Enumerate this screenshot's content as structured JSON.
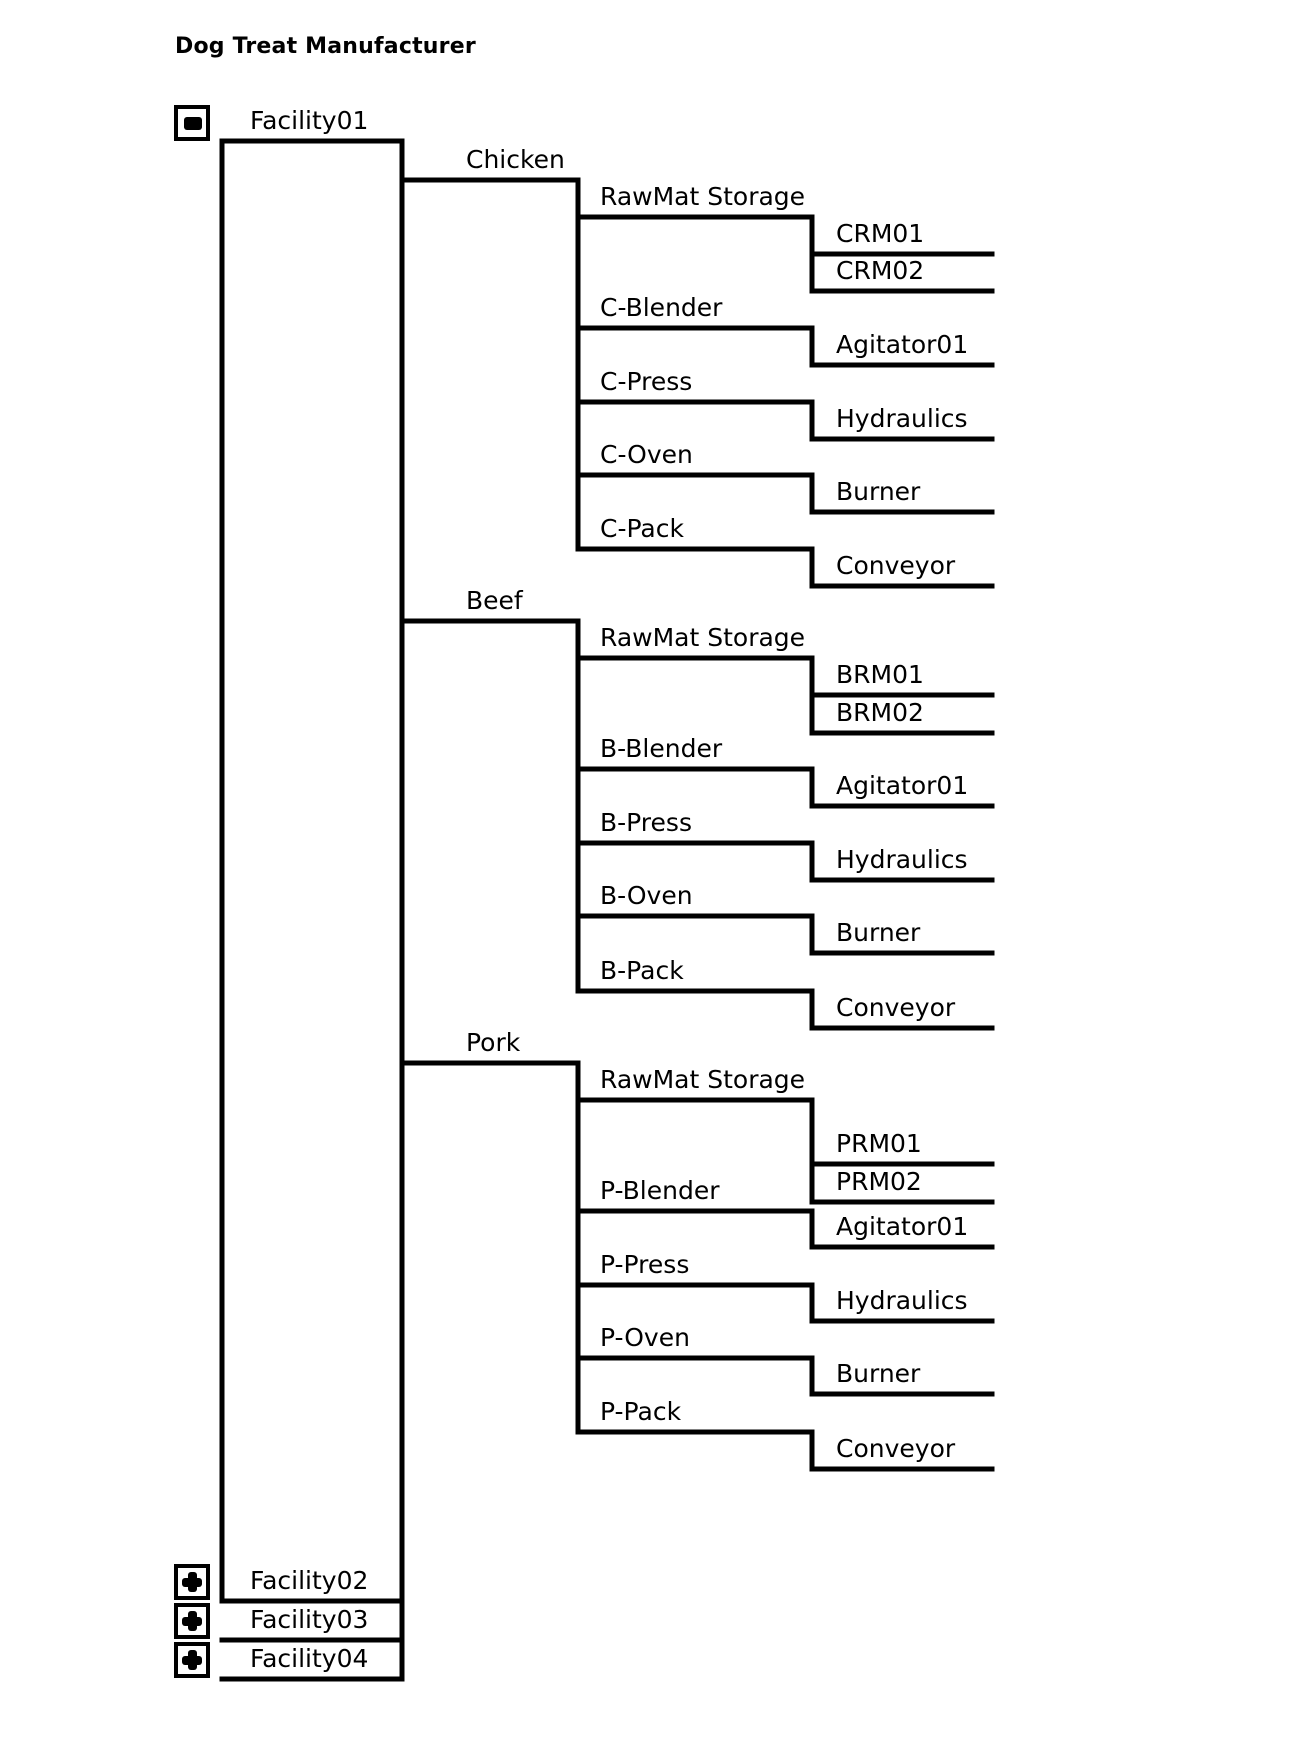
{
  "page": {
    "title": "Dog Treat Manufacturer",
    "background": "#ffffff",
    "line_color": "#000000",
    "text_color": "#000000"
  },
  "tree": {
    "root": {
      "label": "Facility01",
      "icon": "expanded-node-icon",
      "state": "expanded"
    },
    "products": [
      {
        "label": "Chicken",
        "processes": [
          {
            "label": "RawMat Storage",
            "equipment": [
              {
                "label": "CRM01"
              },
              {
                "label": "CRM02"
              }
            ]
          },
          {
            "label": "C-Blender",
            "equipment": [
              {
                "label": "Agitator01"
              }
            ]
          },
          {
            "label": "C-Press",
            "equipment": [
              {
                "label": "Hydraulics"
              }
            ]
          },
          {
            "label": "C-Oven",
            "equipment": [
              {
                "label": "Burner"
              }
            ]
          },
          {
            "label": "C-Pack",
            "equipment": [
              {
                "label": "Conveyor"
              }
            ]
          }
        ]
      },
      {
        "label": "Beef",
        "processes": [
          {
            "label": "RawMat Storage",
            "equipment": [
              {
                "label": "BRM01"
              },
              {
                "label": "BRM02"
              }
            ]
          },
          {
            "label": "B-Blender",
            "equipment": [
              {
                "label": "Agitator01"
              }
            ]
          },
          {
            "label": "B-Press",
            "equipment": [
              {
                "label": "Hydraulics"
              }
            ]
          },
          {
            "label": "B-Oven",
            "equipment": [
              {
                "label": "Burner"
              }
            ]
          },
          {
            "label": "B-Pack",
            "equipment": [
              {
                "label": "Conveyor"
              }
            ]
          }
        ]
      },
      {
        "label": "Pork",
        "processes": [
          {
            "label": "RawMat Storage",
            "equipment": [
              {
                "label": "PRM01"
              },
              {
                "label": "PRM02"
              }
            ]
          },
          {
            "label": "P-Blender",
            "equipment": [
              {
                "label": "Agitator01"
              }
            ]
          },
          {
            "label": "P-Press",
            "equipment": [
              {
                "label": "Hydraulics"
              }
            ]
          },
          {
            "label": "P-Oven",
            "equipment": [
              {
                "label": "Burner"
              }
            ]
          },
          {
            "label": "P-Pack",
            "equipment": [
              {
                "label": "Conveyor"
              }
            ]
          }
        ]
      }
    ],
    "other_facilities": [
      {
        "label": "Facility02",
        "icon": "collapsed-node-icon",
        "state": "collapsed"
      },
      {
        "label": "Facility03",
        "icon": "collapsed-node-icon",
        "state": "collapsed"
      },
      {
        "label": "Facility04",
        "icon": "collapsed-node-icon",
        "state": "collapsed"
      }
    ]
  }
}
